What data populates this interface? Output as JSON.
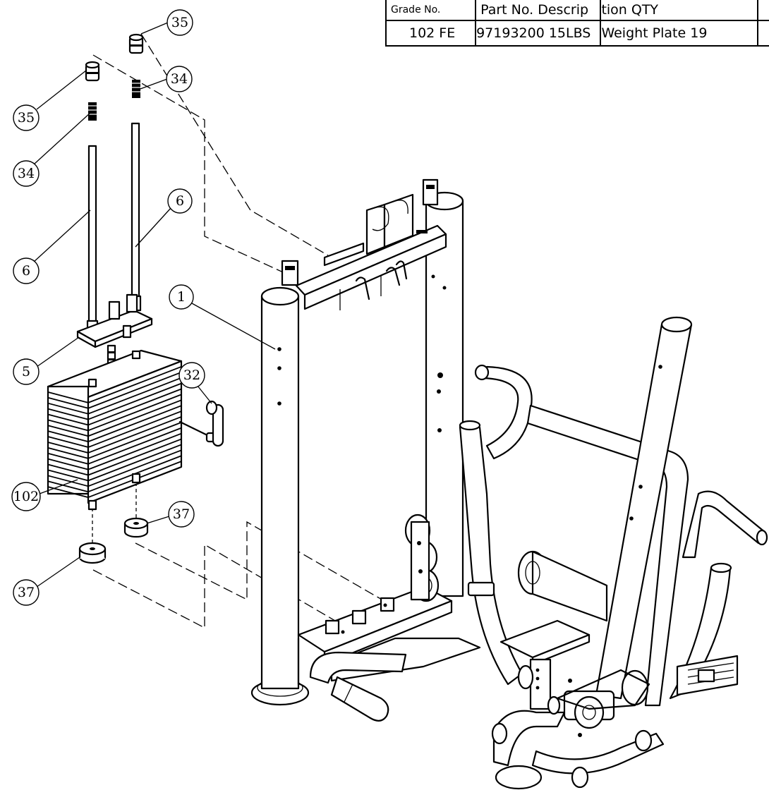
{
  "parts_table": {
    "headers": [
      "Grade No.",
      "Part No. Descrip",
      "tion QTY",
      ""
    ],
    "rows": [
      [
        "102 FE",
        "97193200 15LBS",
        "Weight Plate 19",
        ""
      ]
    ]
  },
  "callouts": [
    {
      "id": "c35a",
      "label": "35"
    },
    {
      "id": "c34a",
      "label": "34"
    },
    {
      "id": "c35b",
      "label": "35"
    },
    {
      "id": "c34b",
      "label": "34"
    },
    {
      "id": "c6a",
      "label": "6"
    },
    {
      "id": "c6b",
      "label": "6"
    },
    {
      "id": "c1",
      "label": "1"
    },
    {
      "id": "c5",
      "label": "5"
    },
    {
      "id": "c32",
      "label": "32"
    },
    {
      "id": "c102",
      "label": "102"
    },
    {
      "id": "c37a",
      "label": "37"
    },
    {
      "id": "c37b",
      "label": "37"
    }
  ]
}
